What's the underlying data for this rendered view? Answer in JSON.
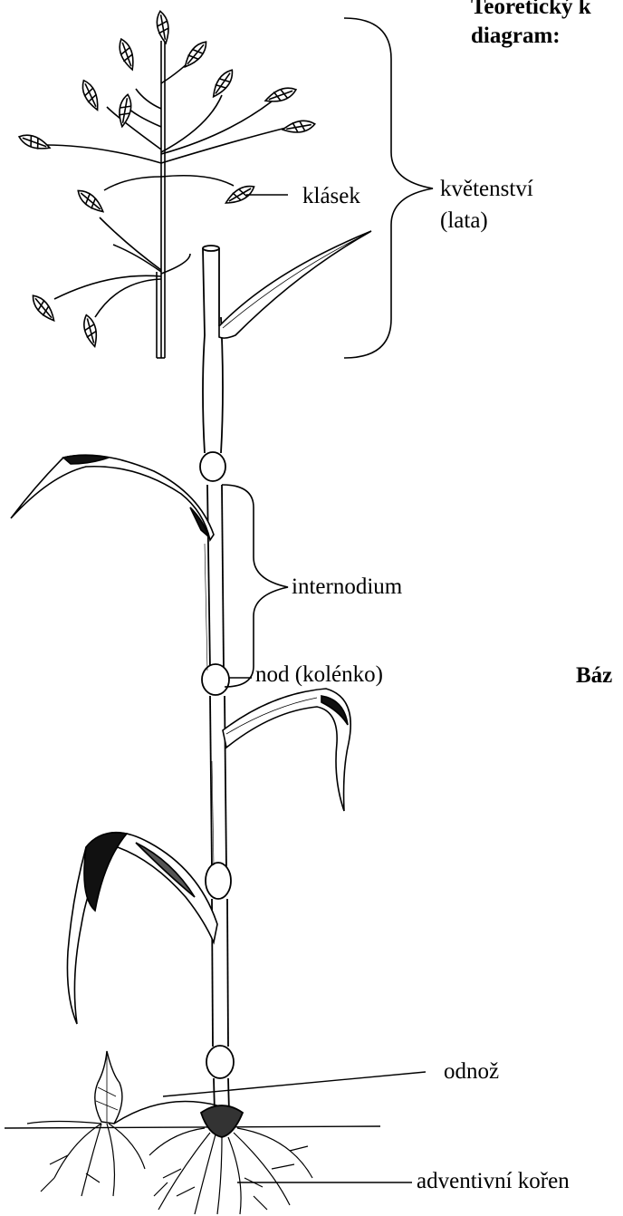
{
  "header": {
    "title_line1": "Teoretický k",
    "title_line2": "diagram:",
    "side_label": "Báz"
  },
  "labels": {
    "spikelet": "klásek",
    "inflorescence": "květenství",
    "inflorescence_type": "(lata)",
    "internode": "internodium",
    "node": "nod (kolénko)",
    "tiller": "odnož",
    "adventitious_root": "adventivní kořen"
  }
}
